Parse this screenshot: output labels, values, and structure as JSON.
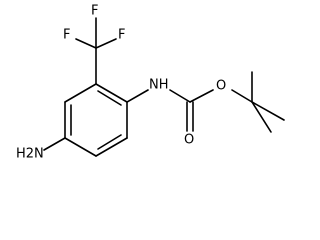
{
  "structure": {
    "atoms": {
      "f_top": "F",
      "f_left": "F",
      "f_right": "F",
      "nh": "NH",
      "o_ether": "O",
      "o_carbonyl": "O",
      "nh2": "H2N"
    }
  }
}
